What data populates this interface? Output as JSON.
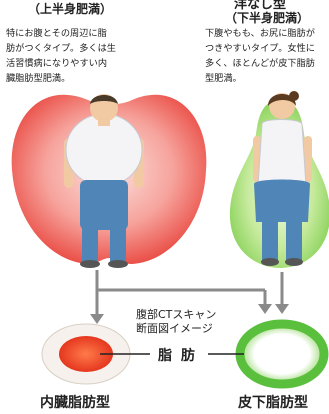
{
  "left_type": {
    "subtitle": "（上半身肥満）",
    "description": "特にお腹とその周辺に脂\n肪がつくタイプ。多くは生\n活習慣病になりやすい内\n臓脂肪型肥満。",
    "bottom_label": "内臓脂肪型",
    "accent_color": "#e8433b"
  },
  "right_type": {
    "title_fragment": "洋なし型",
    "subtitle": "（下半身肥満）",
    "description": "下腹やもも、お尻に脂肪が\nつきやすいタイプ。女性に\n多く、ほとんどが皮下脂肪\n型肥満。",
    "bottom_label": "皮下脂肪型",
    "accent_color": "#4cbc3c"
  },
  "ct": {
    "caption": "腹部CTスキャン\n断面図イメージ",
    "fat_label": "脂 肪"
  }
}
